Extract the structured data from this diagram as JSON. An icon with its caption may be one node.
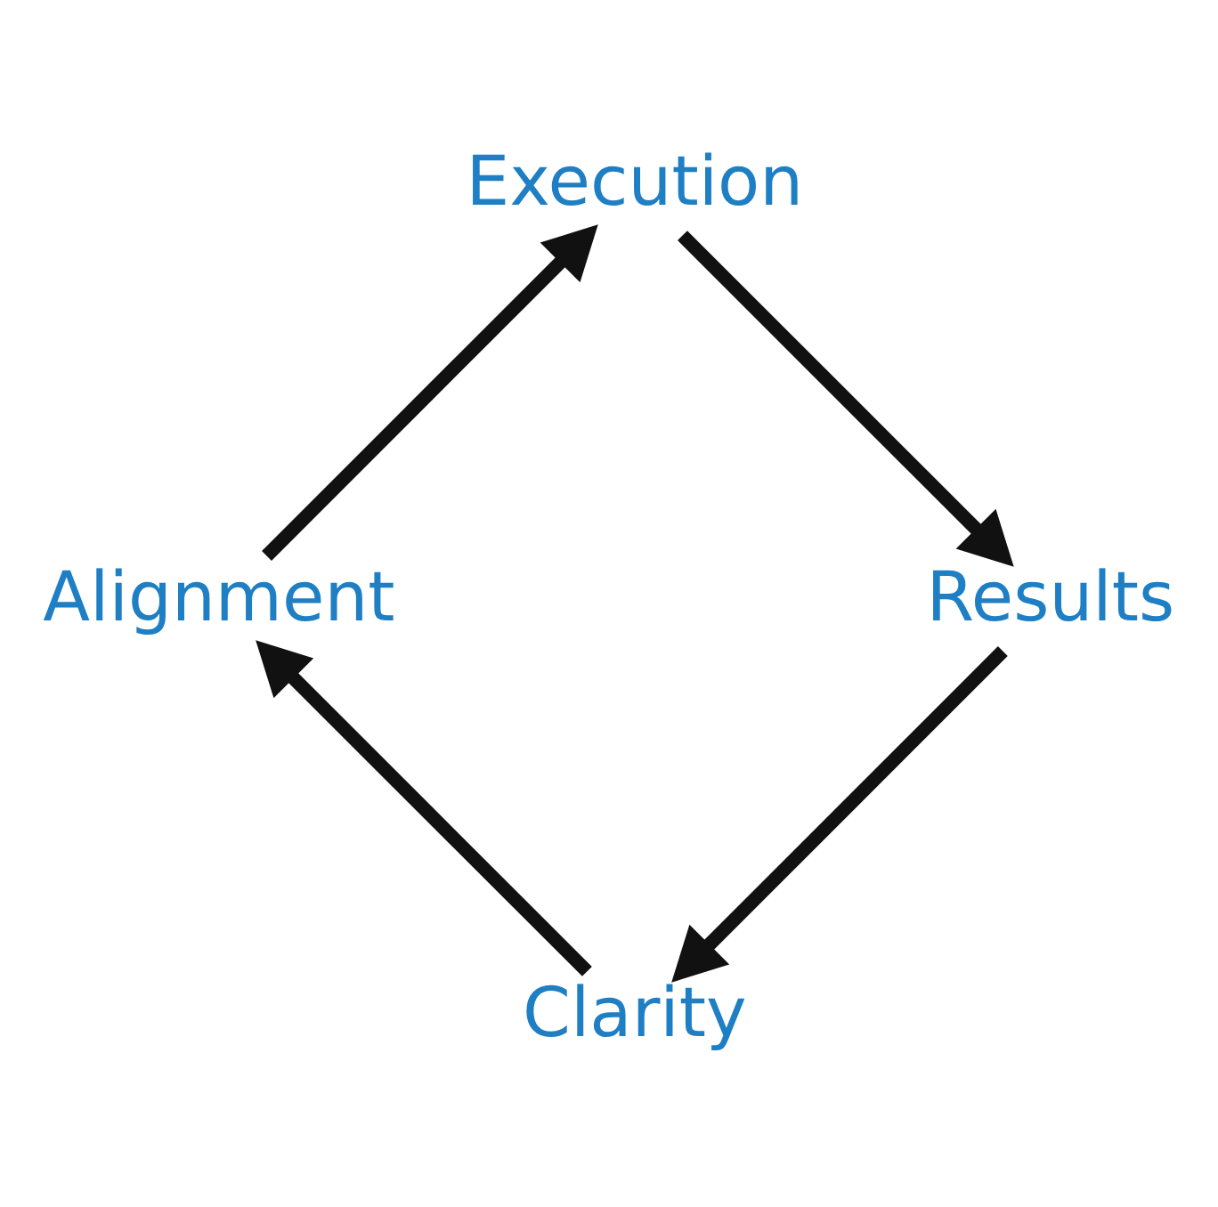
{
  "diagram": {
    "nodes": [
      {
        "text": [
          "Clarity"
        ]
      },
      {
        "text": [
          "Alignment"
        ]
      },
      {
        "text": [
          "Execution"
        ]
      },
      {
        "text": [
          "Results"
        ]
      }
    ],
    "edges": [
      {
        "from": 0,
        "to": 1,
        "arrow": "to"
      },
      {
        "from": 1,
        "to": 2,
        "arrow": "to"
      },
      {
        "from": 2,
        "to": 3,
        "arrow": "to"
      },
      {
        "from": 3,
        "to": 0,
        "arrow": "to"
      }
    ]
  }
}
